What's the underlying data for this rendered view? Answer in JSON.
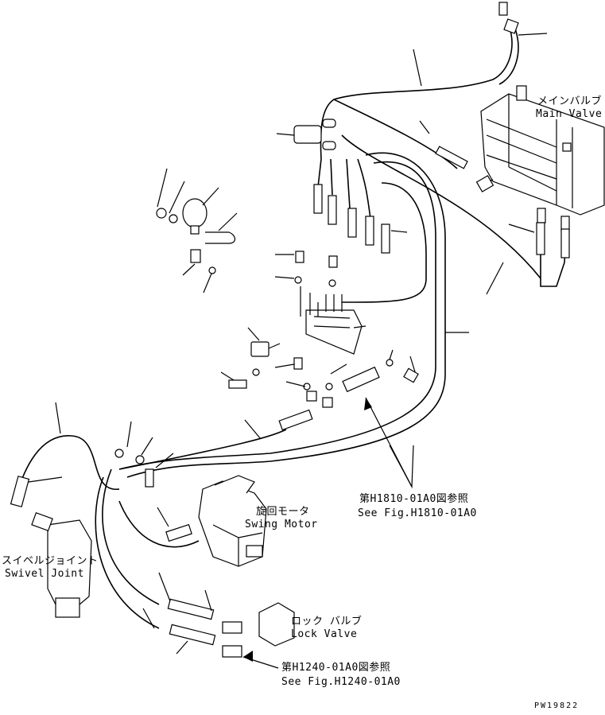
{
  "labels": {
    "main_valve_jp": "メインバルブ",
    "main_valve_en": "Main Valve",
    "swing_motor_jp": "旋回モータ",
    "swing_motor_en": "Swing Motor",
    "swivel_joint_jp": "スイベルジョイント",
    "swivel_joint_en": "Swivel Joint",
    "lock_valve_jp": "ロック バルブ",
    "lock_valve_en": "Lock Valve",
    "ref1_jp": "第H1810-01A0図参照",
    "ref1_en": "See Fig.H1810-01A0",
    "ref2_jp": "第H1240-01A0図参照",
    "ref2_en": "See Fig.H1240-01A0",
    "drawing_code": "PW19822"
  }
}
